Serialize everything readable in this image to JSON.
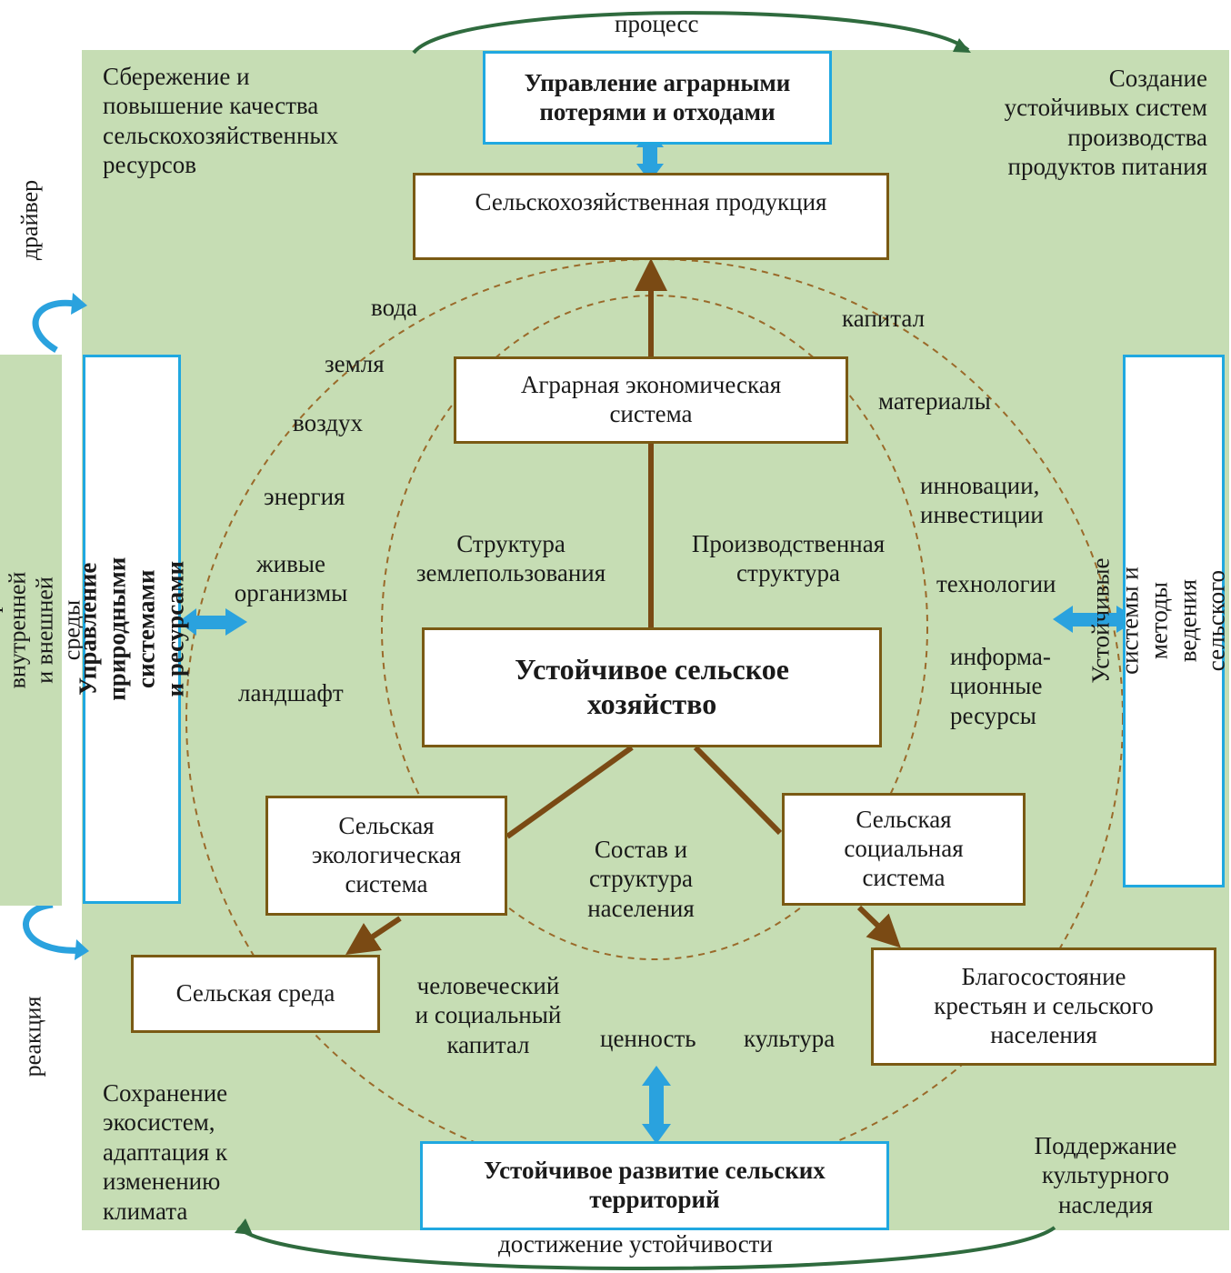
{
  "labels": {
    "process": "процесс",
    "achievement": "достижение устойчивости",
    "driver": "драйвер",
    "reaction": "реакция",
    "factors": "Факторы внутренней и внешней среды"
  },
  "corners": {
    "top_left": "Сбережение и\nповышение качества\nсельскохозяйственных\nресурсов",
    "top_right": "Создание\nустойчивых систем\nпроизводства\nпродуктов питания",
    "bottom_left": "Сохранение\nэкосистем,\nадаптация к\nизменению\nклимата",
    "bottom_right": "Поддержание\nкультурного\nнаследия"
  },
  "blue_boxes": {
    "top": "Управление аграрными\nпотерями и отходами",
    "bottom": "Устойчивое развитие сельских\nтерриторий",
    "left": "Управление природными системами\nи ресурсами",
    "right": "Устойчивые системы и методы\nведения сельского хозяйства"
  },
  "boxes": {
    "product": "Сельскохозяйственная продукция",
    "agrarian": "Аграрная экономическая\nсистема",
    "center": "Устойчивое сельское\nхозяйство",
    "ecological": "Сельская\nэкологическая\nсистема",
    "social": "Сельская\nсоциальная\nсистема",
    "environment": "Сельская среда",
    "wellbeing": "Благосостояние\nкрестьян и сельского\nнаселения"
  },
  "inner_labels": {
    "land_use": "Структура\nземлепользования",
    "production": "Производственная\nструктура",
    "population": "Состав и\nструктура\nнаселения"
  },
  "resources_left": [
    "вода",
    "земля",
    "воздух",
    "энергия",
    "живые\nорганизмы",
    "ландшафт"
  ],
  "resources_right": [
    "капитал",
    "материалы",
    "инновации,\nинвестиции",
    "технологии",
    "информа-\nционные\nресурсы"
  ],
  "bottom_labels": {
    "human_capital": "человеческий\nи социальный\nкапитал",
    "value": "ценность",
    "culture": "культура"
  },
  "colors": {
    "background": "#c6ddb4",
    "box_border": "#7a5a14",
    "blue_border": "#20a8e0",
    "arrow_brown": "#7a4a14",
    "arrow_blue": "#2aa2de",
    "curve": "#2f6b3e"
  }
}
